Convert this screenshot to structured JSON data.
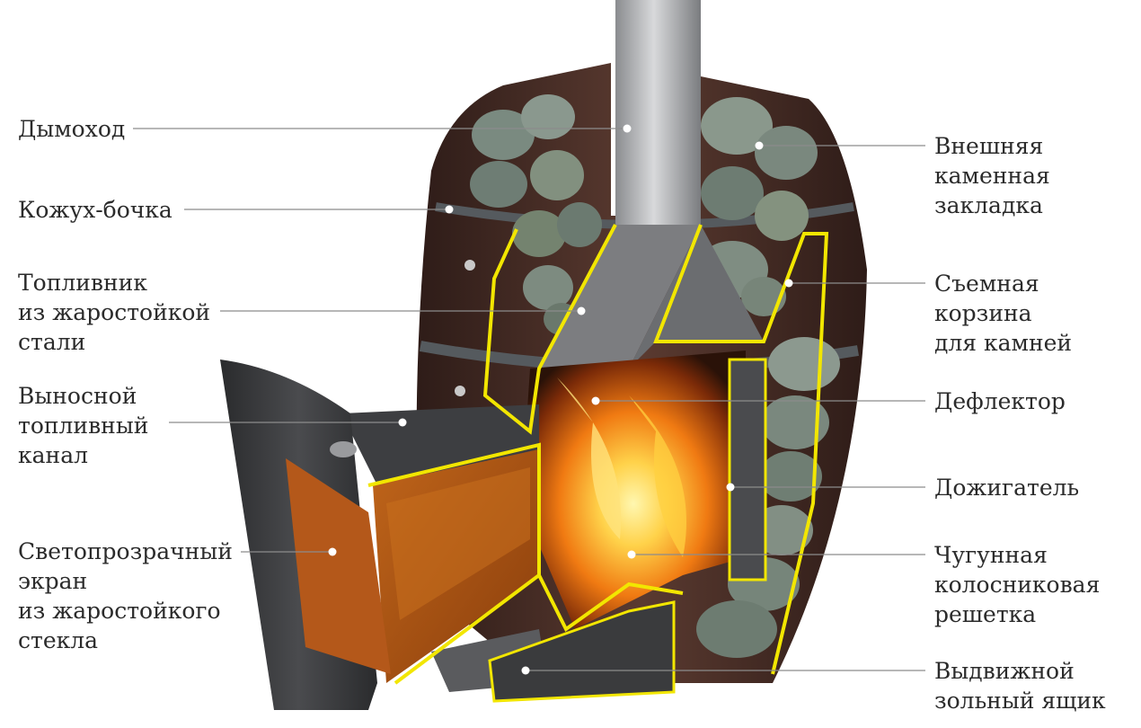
{
  "colors": {
    "leader_line": "#8c8c8c",
    "yellow_edge": "#f2e600",
    "steel_dark": "#3a3b3d",
    "wood": "#4a2e26",
    "stone": "#7e8c84",
    "fire": "#ff9a1a",
    "glass": "#b35a14"
  },
  "labels_left": [
    {
      "id": "chimney",
      "text": "Дымоход"
    },
    {
      "id": "casing",
      "text": "Кожух-бочка"
    },
    {
      "id": "firebox",
      "text": "Топливник\nиз жаростойкой\nстали"
    },
    {
      "id": "fuel_channel",
      "text": "Выносной\nтопливный\nканал"
    },
    {
      "id": "glass_screen",
      "text": "Светопрозрачный\nэкран\nиз жаростойкого\nстекла"
    }
  ],
  "labels_right": [
    {
      "id": "outer_stones",
      "text": "Внешняя\nкаменная\nзакладка"
    },
    {
      "id": "stone_basket",
      "text": "Съемная\nкорзина\nдля камней"
    },
    {
      "id": "deflector",
      "text": "Дефлектор"
    },
    {
      "id": "afterburner",
      "text": "Дожигатель"
    },
    {
      "id": "grate",
      "text": "Чугунная\nколосниковая\nрешетка"
    },
    {
      "id": "ash_drawer",
      "text": "Выдвижной\nзольный ящик"
    }
  ]
}
